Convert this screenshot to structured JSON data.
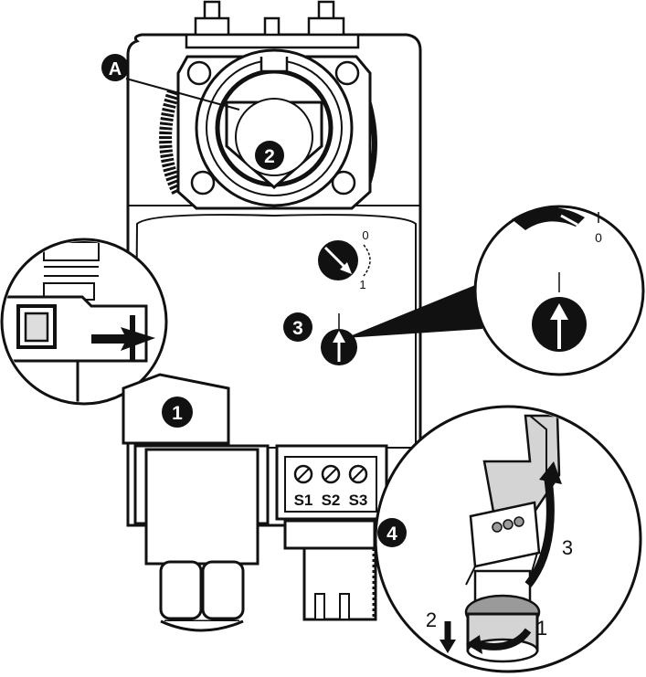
{
  "callouts": {
    "a": "A",
    "one": "1",
    "two": "2",
    "three": "3",
    "four": "4"
  },
  "dial": {
    "label_zero": "0",
    "label_one": "1",
    "zoom_label_zero": "0"
  },
  "terminals": {
    "s1": "S1",
    "s2": "S2",
    "s3": "S3"
  },
  "steps": {
    "step_1": "1",
    "step_2": "2",
    "step_3": "3"
  },
  "colors": {
    "line": "#111111",
    "body_fill": "#ffffff",
    "shade": "#d4d4d4",
    "dark_shade": "#9a9a9a"
  }
}
